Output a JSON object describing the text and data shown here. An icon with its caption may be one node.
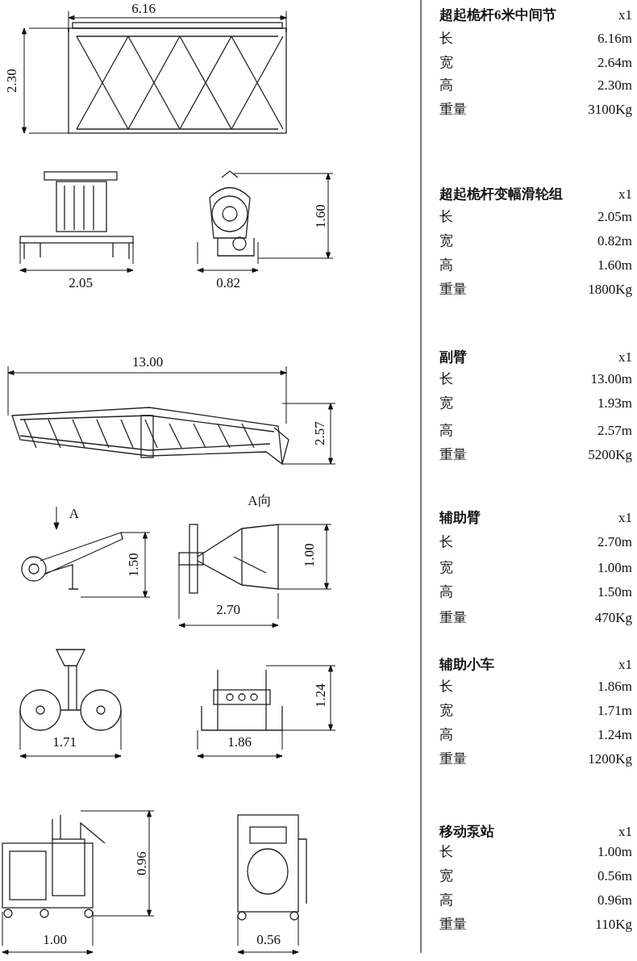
{
  "diagram": {
    "labels": [
      "6.16",
      "2.30",
      "超起桅杆6米中间节",
      "x1",
      "长",
      "6.16m",
      "宽",
      "2.64m",
      "高",
      "2.30m",
      "重量",
      "3100Kg",
      "1.60",
      "2.05",
      "0.82",
      "超起桅杆变幅滑轮组",
      "x1",
      "长",
      "2.05m",
      "宽",
      "0.82m",
      "高",
      "1.60m",
      "重量",
      "1800Kg",
      "13.00",
      "2.57",
      "副臂",
      "x1",
      "长",
      "13.00m",
      "宽",
      "1.93m",
      "高",
      "2.57m",
      "重量",
      "5200Kg",
      "A",
      "A向",
      "1.50",
      "1.00",
      "2.70",
      "辅助臂",
      "x1",
      "长",
      "2.70m",
      "宽",
      "1.00m",
      "高",
      "1.50m",
      "重量",
      "470Kg",
      "1.24",
      "1.71",
      "1.86",
      "辅助小车",
      "x1",
      "长",
      "1.86m",
      "宽",
      "1.71m",
      "高",
      "1.24m",
      "重量",
      "1200Kg",
      "0.96",
      "1.00",
      "0.56",
      "移动泵站",
      "x1",
      "长",
      "1.00m",
      "宽",
      "0.56m",
      "高",
      "0.96m",
      "重量",
      "110Kg"
    ]
  }
}
